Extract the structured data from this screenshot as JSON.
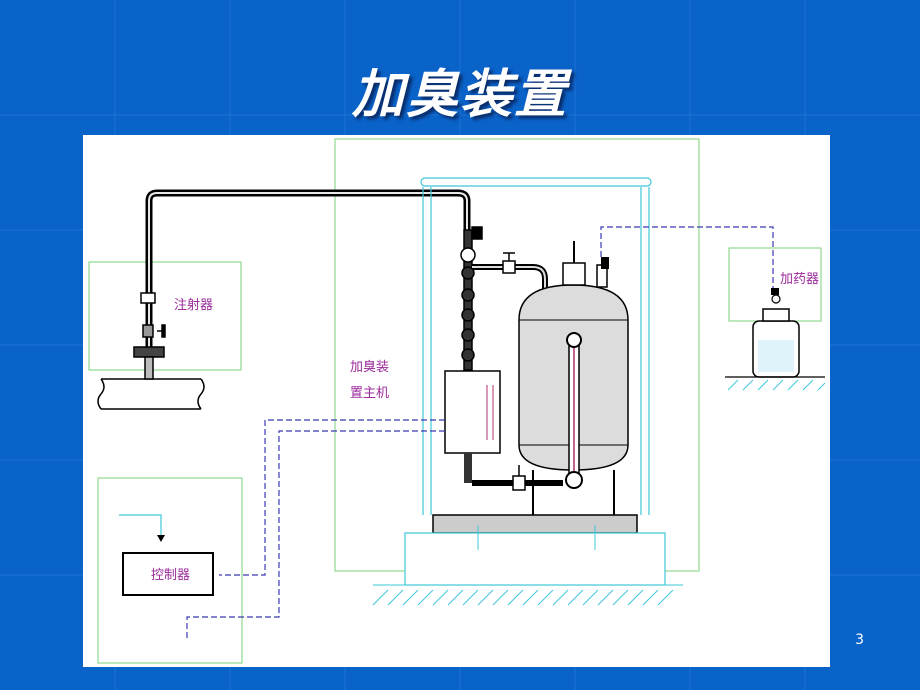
{
  "slide": {
    "title": "加臭装置",
    "page_number": "3"
  },
  "diagram": {
    "labels": {
      "injector": "注射器",
      "main_unit_line1": "加臭装",
      "main_unit_line2": "置主机",
      "dosing_device": "加药器",
      "controller": "控制器"
    }
  },
  "colors": {
    "background": "#0a63c9",
    "frame_green": "#7ad27a",
    "cyan": "#3ec8d8",
    "magenta": "#9b2a9b",
    "dashed_blue": "#3b3bb0"
  }
}
